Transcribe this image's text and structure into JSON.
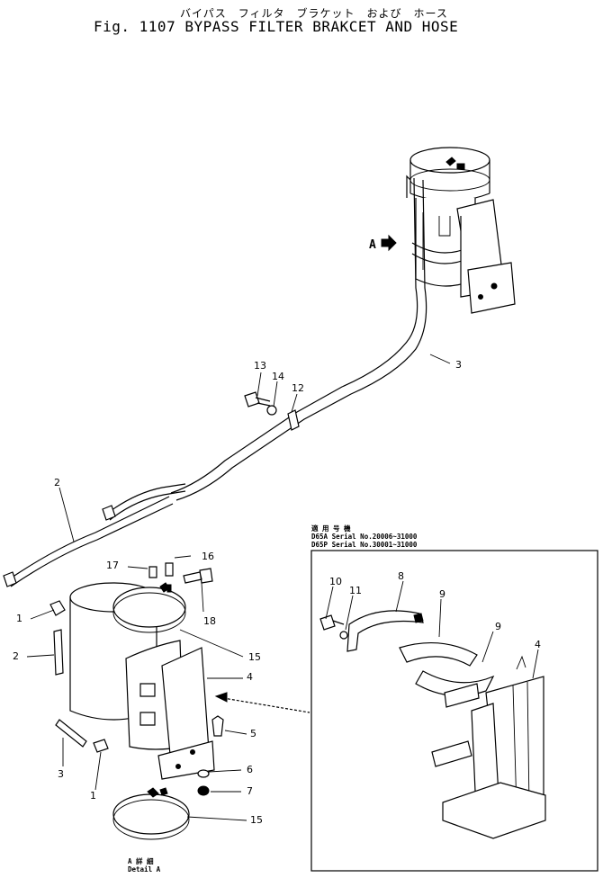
{
  "header": {
    "japanese_title": "バイパス　フィルタ　ブラケット　および　ホース",
    "title": "Fig. 1107   BYPASS FILTER BRAKCET AND HOSE"
  },
  "detail": {
    "heading_jp": "適 用 号 機",
    "serial_1": "D65A  Serial  No.20006~31000",
    "serial_2": "D65P  Serial  No.30001~31000",
    "view_label": "A",
    "caption_jp": "A  詳  細",
    "caption": "Detail  A"
  },
  "callouts": {
    "c1a": "1",
    "c1b": "1",
    "c2a": "2",
    "c2b": "2",
    "c3a": "3",
    "c3b": "3",
    "c4a": "4",
    "c4b": "4",
    "c5": "5",
    "c6": "6",
    "c7": "7",
    "c8": "8",
    "c9a": "9",
    "c9b": "9",
    "c10": "10",
    "c11": "11",
    "c12": "12",
    "c13": "13",
    "c14": "14",
    "c15a": "15",
    "c15b": "15",
    "c16": "16",
    "c17": "17",
    "c18": "18"
  }
}
